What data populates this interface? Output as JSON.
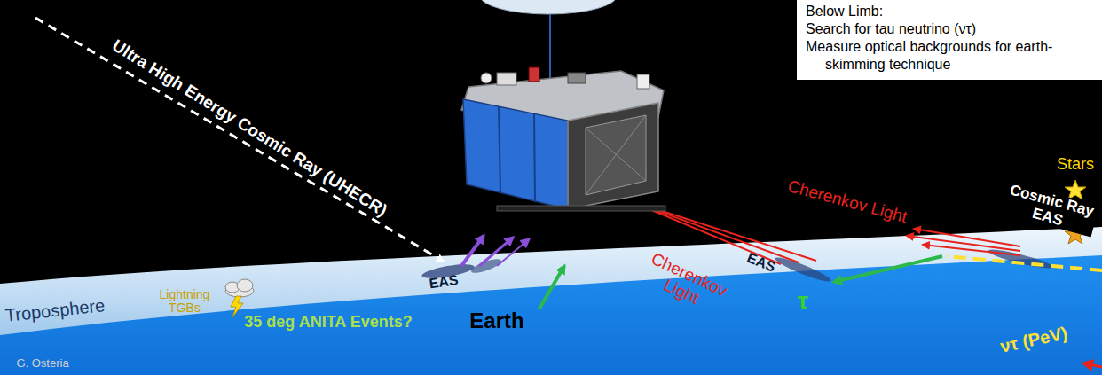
{
  "diagram": {
    "nodes": [
      {
        "text": [
          "Below Limb:",
          "Search for tau neutrino (ντ)",
          "Measure optical backgrounds for earth-skimming technique"
        ]
      }
    ],
    "labels": [
      "Ultra High Energy Cosmic Ray (UHECR)",
      "Stars",
      "Cherenkov Light",
      "Cherenkov Light",
      "Cosmic Ray EAS",
      "EAS",
      "EAS",
      "τ",
      "ντ (PeV)",
      "Troposphere",
      "Lightning TGBs",
      "35 deg ANITA Events?",
      "Earth",
      "G. Osteria"
    ]
  }
}
